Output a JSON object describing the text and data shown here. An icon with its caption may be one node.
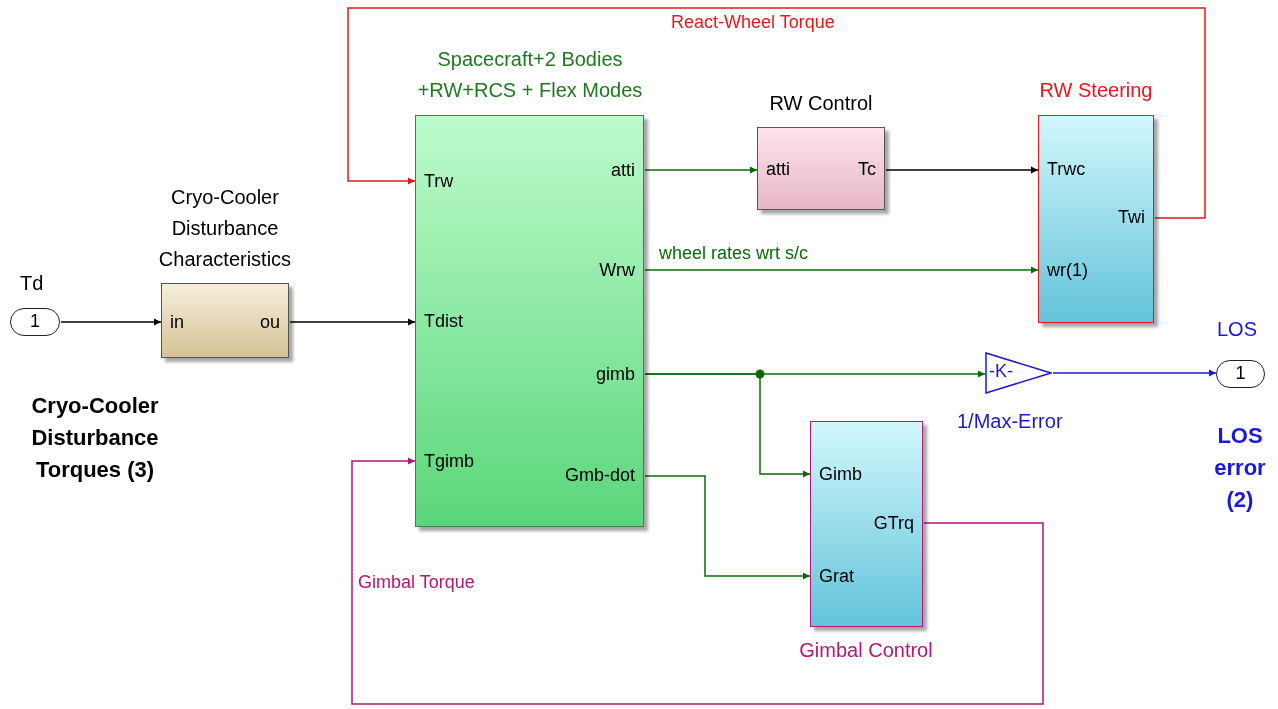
{
  "diagram": {
    "nodes": [
      {
        "text": [
          "1"
        ],
        "beside": [
          "Td"
        ]
      },
      {
        "text": [
          "Cryo-Cooler Disturbance Characteristics",
          "in",
          "ou"
        ]
      },
      {
        "text": [
          "Spacecraft+2 Bodies +RW+RCS + Flex Modes",
          "Trw",
          "Tdist",
          "Tgimb",
          "atti",
          "Wrw",
          "gimb",
          "Gmb-dot"
        ]
      },
      {
        "text": [
          "RW Control",
          "atti",
          "Tc"
        ]
      },
      {
        "text": [
          "RW Steering",
          "Trwc",
          "wr(1)",
          "Twi"
        ]
      },
      {
        "text": [
          "-K-"
        ],
        "beside": [
          "1/Max-Error"
        ]
      },
      {
        "text": [
          "1"
        ],
        "beside": [
          "LOS"
        ]
      },
      {
        "text": [
          "Gimbal Control",
          "Gimb",
          "Grat",
          "GTrq"
        ]
      }
    ],
    "edges": [
      {
        "from": 0,
        "to": 1,
        "arrow": "to",
        "color": "#000000"
      },
      {
        "from": 1,
        "to": 2,
        "arrow": "to",
        "color": "#000000"
      },
      {
        "from": 2,
        "to": 3,
        "arrow": "to"
      },
      {
        "from": 3,
        "to": 4,
        "arrow": "to",
        "color": "#000000"
      },
      {
        "from": 2,
        "to": 4,
        "arrow": "to",
        "label": "wheel rates wrt s/c"
      },
      {
        "from": 4,
        "to": 2,
        "arrow": "to",
        "label": "React-Wheel Torque",
        "color": "#e8191d"
      },
      {
        "from": 2,
        "to": 5,
        "arrow": "to"
      },
      {
        "from": 2,
        "to": 7,
        "arrow": "to"
      },
      {
        "from": 2,
        "to": 7,
        "arrow": "to"
      },
      {
        "from": 5,
        "to": 6,
        "arrow": "to",
        "color": "#1a1ad6"
      },
      {
        "from": 7,
        "to": 2,
        "arrow": "to",
        "label": "Gimbal Torque",
        "color": "#b5167a"
      }
    ],
    "labels": [
      "Cryo-Cooler Disturbance Torques (3)",
      "LOS error (2)"
    ]
  }
}
